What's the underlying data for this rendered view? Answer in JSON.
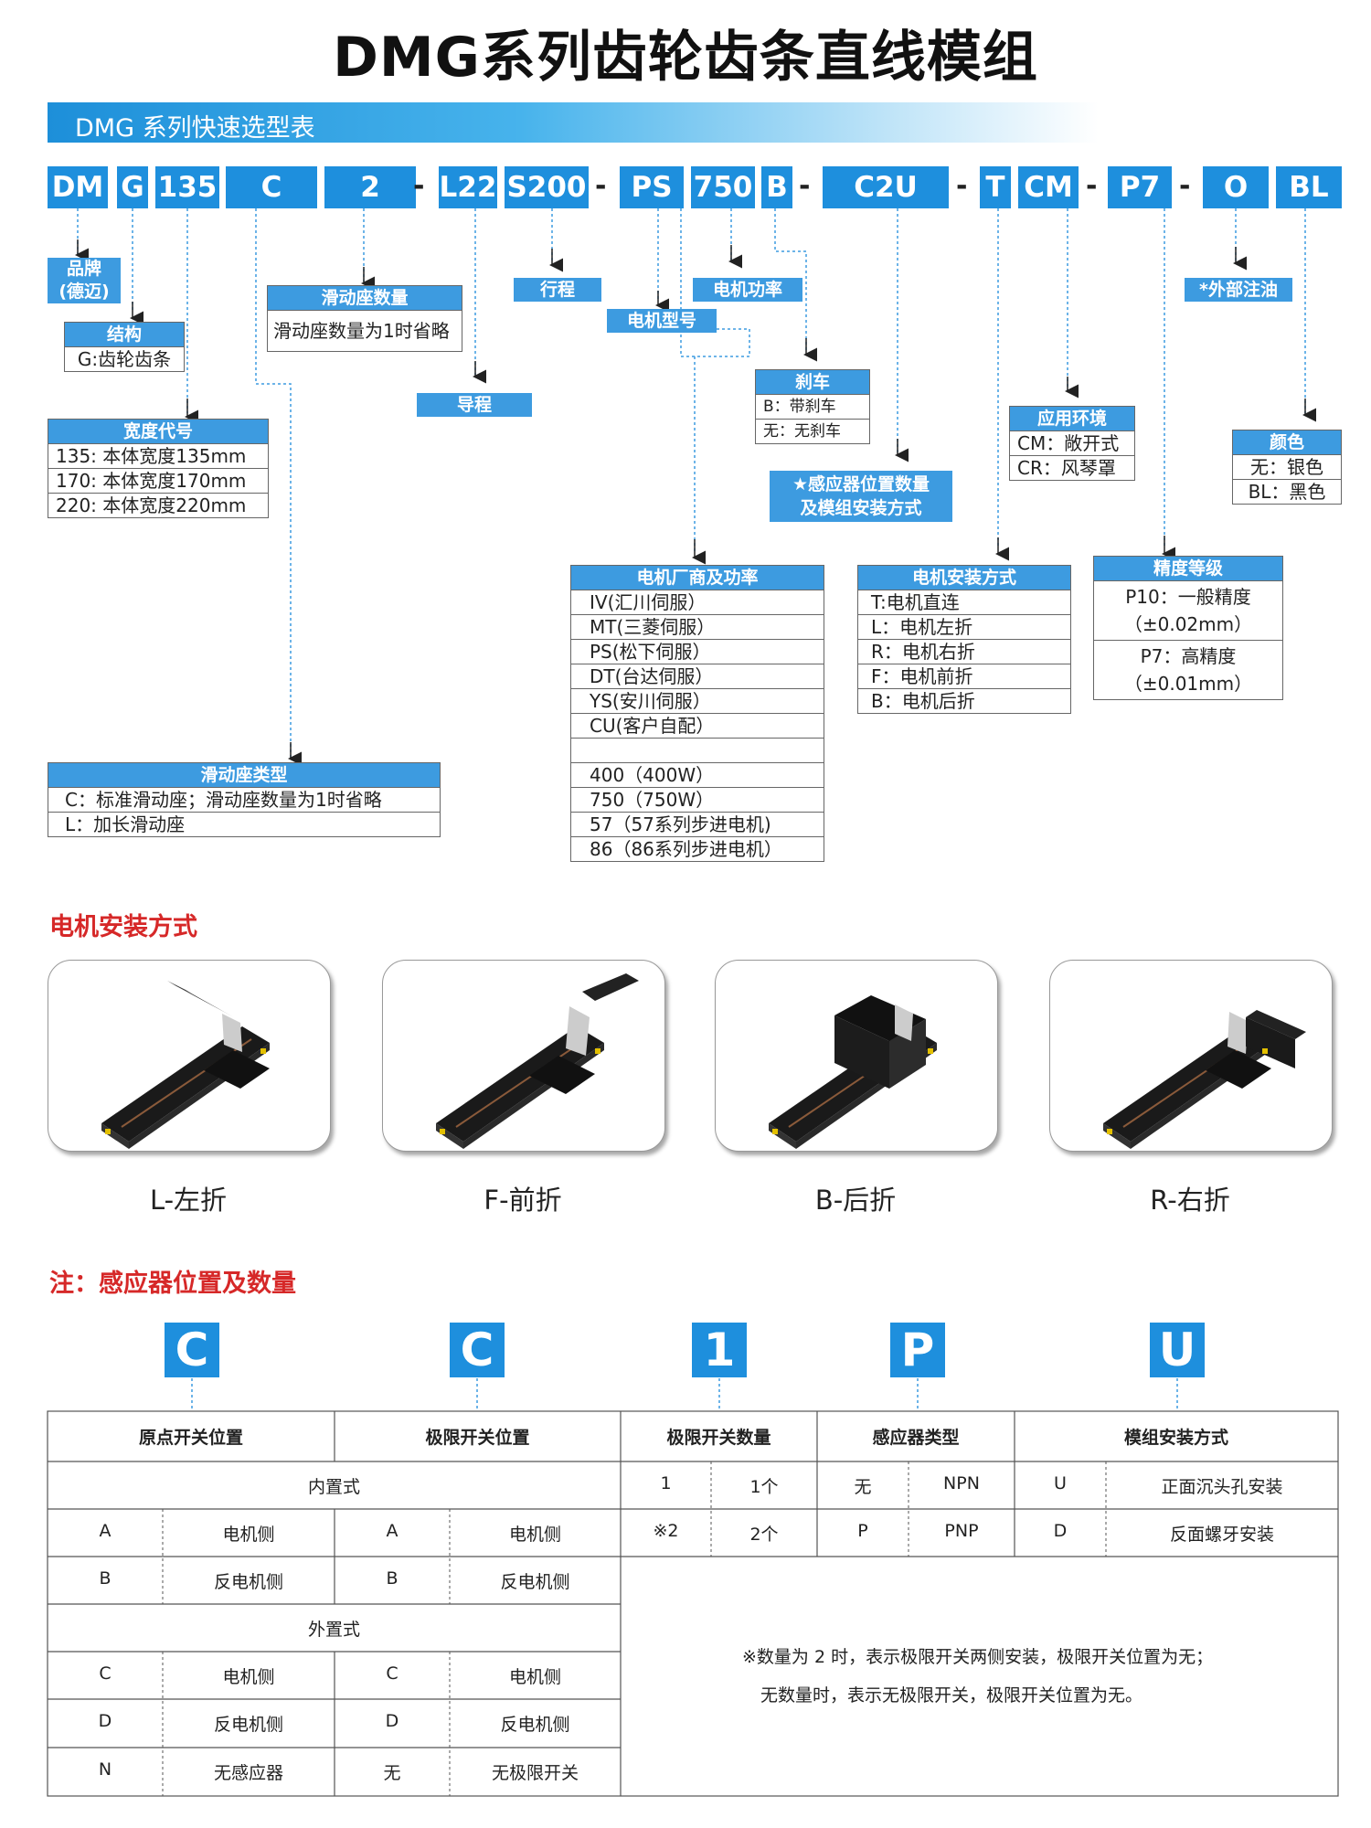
{
  "title": "DMG系列齿轮齿条直线模组",
  "banner": "DMG 系列快速选型表",
  "codes": [
    "DM",
    "G",
    "135",
    "C",
    "2",
    "L22",
    "S200",
    "PS",
    "750",
    "B",
    "C2U",
    "T",
    "CM",
    "P7",
    "O",
    "BL"
  ],
  "dash": "-",
  "labels": {
    "brand": "品牌\n(德迈)",
    "structure_head": "结构",
    "structure_row": "G:齿轮齿条",
    "width_head": "宽度代号",
    "width_rows": [
      "135: 本体宽度135mm",
      "170: 本体宽度170mm",
      "220: 本体宽度220mm"
    ],
    "slider_qty_head": "滑动座数量",
    "slider_qty_row": "滑动座数量为1时省略",
    "lead": "导程",
    "stroke": "行程",
    "motor_power": "电机功率",
    "motor_model": "电机型号",
    "brake_head": "刹车",
    "brake_rows": [
      "B：带刹车",
      "无：无刹车"
    ],
    "sensor_tag": "★感应器位置数量\n及模组安装方式",
    "env_head": "应用环境",
    "env_rows": [
      "CM：敞开式",
      "CR：风琴罩"
    ],
    "oil": "*外部注油",
    "color_head": "颜色",
    "color_rows": [
      "无：银色",
      "BL：黑色"
    ],
    "precision_head": "精度等级",
    "precision_rows": [
      "P10：一般精度\n（±0.02mm）",
      "P7：高精度\n（±0.01mm）"
    ],
    "motor_vendor_head": "电机厂商及功率",
    "motor_vendor_rows": [
      "IV(汇川伺服）",
      "MT(三菱伺服）",
      "PS(松下伺服）",
      "DT(台达伺服）",
      "YS(安川伺服）",
      "CU(客户自配）",
      "",
      "400（400W）",
      "750（750W）",
      "57（57系列步进电机)",
      "86（86系列步进电机）"
    ],
    "motor_mount_head": "电机安装方式",
    "motor_mount_rows": [
      "T:电机直连",
      "L：电机左折",
      "R：电机右折",
      "F：电机前折",
      "B：电机后折"
    ],
    "slider_type_head": "滑动座类型",
    "slider_type_rows": [
      "C：标准滑动座；滑动座数量为1时省略",
      "L：加长滑动座"
    ]
  },
  "mount_section": {
    "title": "电机安装方式",
    "captions": [
      "L-左折",
      "F-前折",
      "B-后折",
      "R-右折"
    ]
  },
  "sensor_section": {
    "title": "注：感应器位置及数量",
    "letters": [
      "C",
      "C",
      "1",
      "P",
      "U"
    ],
    "headers": [
      "原点开关位置",
      "极限开关位置",
      "极限开关数量",
      "感应器类型",
      "模组安装方式"
    ],
    "internal": "内置式",
    "external": "外置式",
    "left_rows_internal": [
      [
        "A",
        "电机侧",
        "A",
        "电机侧"
      ],
      [
        "B",
        "反电机侧",
        "B",
        "反电机侧"
      ]
    ],
    "left_rows_external": [
      [
        "C",
        "电机侧",
        "C",
        "电机侧"
      ],
      [
        "D",
        "反电机侧",
        "D",
        "反电机侧"
      ],
      [
        "N",
        "无感应器",
        "无",
        "无极限开关"
      ]
    ],
    "qty_rows": [
      [
        "1",
        "1个"
      ],
      [
        "※2",
        "2个"
      ]
    ],
    "type_rows": [
      [
        "无",
        "NPN"
      ],
      [
        "P",
        "PNP"
      ]
    ],
    "install_rows": [
      [
        "U",
        "正面沉头孔安装"
      ],
      [
        "D",
        "反面螺牙安装"
      ]
    ],
    "note1": "※数量为 2 时，表示极限开关两侧安装，极限开关位置为无；",
    "note2": "无数量时，表示无极限开关，极限开关位置为无。"
  }
}
